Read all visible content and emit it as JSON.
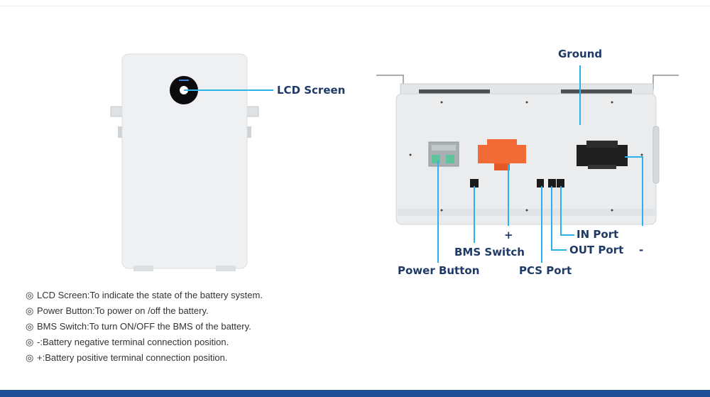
{
  "callouts": {
    "lcd_screen": "LCD Screen",
    "ground": "Ground",
    "power_button": "Power Button",
    "bms_switch": "BMS Switch",
    "pcs_port": "PCS Port",
    "in_port": "IN Port",
    "out_port": "OUT Port",
    "positive": "+",
    "negative": "-"
  },
  "notes": [
    {
      "bullet": "◎",
      "text": "LCD Screen:To indicate the state of the battery system."
    },
    {
      "bullet": "◎",
      "text": "Power Button:To power on /off the battery."
    },
    {
      "bullet": "◎",
      "text": "BMS Switch:To turn ON/OFF the BMS of the battery."
    },
    {
      "bullet": "◎",
      "text": "-:Battery negative terminal connection position."
    },
    {
      "bullet": "◎",
      "text": "+:Battery positive terminal connection position."
    }
  ],
  "colors": {
    "label": "#1f3a66",
    "leader": "#29b3e8",
    "footer": "#1e4f96",
    "battery_body": "#eef0f1",
    "positive_terminal": "#f26a35",
    "negative_terminal": "#1f1f1f"
  },
  "icons": {
    "note_bullet": "double-circle-bullet"
  }
}
